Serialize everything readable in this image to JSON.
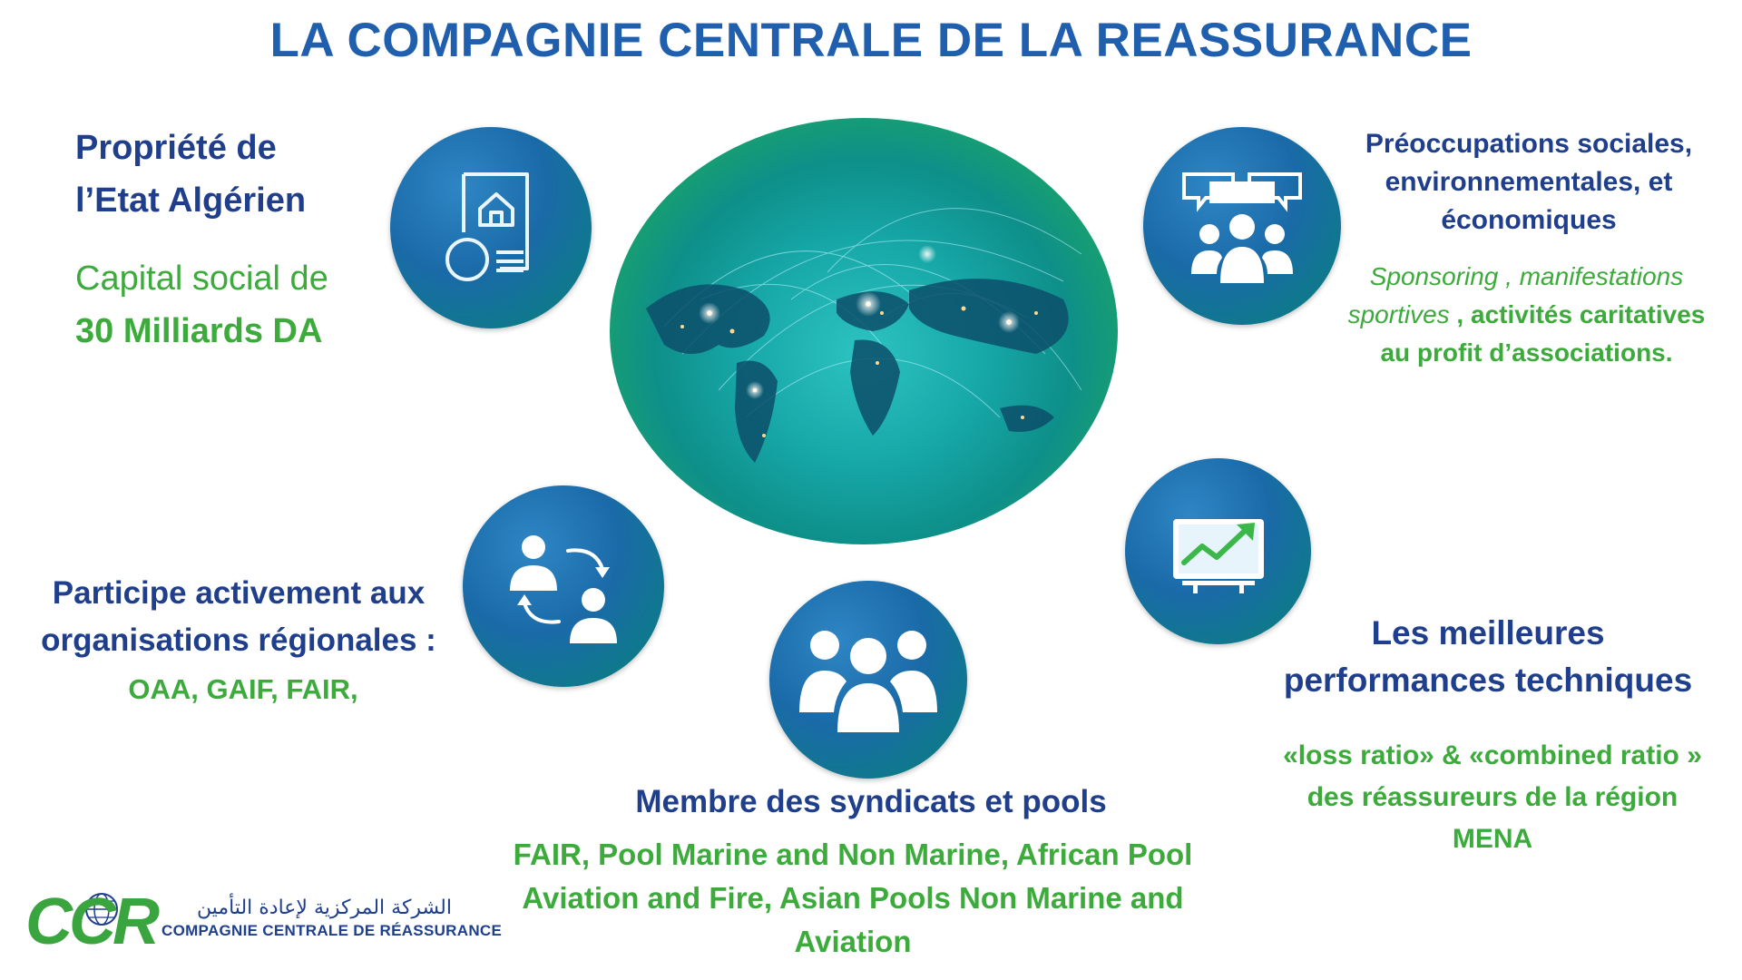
{
  "title": "LA COMPAGNIE CENTRALE DE LA REASSURANCE",
  "sections": {
    "ownership": {
      "heading_line1": "Propriété de",
      "heading_line2": "l’Etat Algérien",
      "capital_line1": "Capital social de",
      "capital_line2": "30 Milliards DA",
      "icon": "document-house-icon"
    },
    "social": {
      "heading_line1": "Préoccupations sociales,",
      "heading_line2": "environnementales, et",
      "heading_line3": "économiques",
      "detail_italic1": "Sponsoring",
      "detail_sep": " , ",
      "detail_italic2": "manifestations",
      "detail_italic3": "sportives",
      "detail_bold1": " , activités caritatives",
      "detail_bold2": "au profit d’associations.",
      "icon": "group-discussion-icon"
    },
    "regional": {
      "heading_line1": "Participe activement aux",
      "heading_line2": "organisations régionales :",
      "detail": "OAA, GAIF, FAIR,",
      "icon": "exchange-people-icon"
    },
    "pools": {
      "heading": "Membre des syndicats et pools",
      "detail_line1": "FAIR, Pool Marine and Non Marine, African Pool",
      "detail_line2": "Aviation and Fire, Asian Pools Non Marine and",
      "detail_line3": "Aviation",
      "icon": "team-icon"
    },
    "performance": {
      "heading_line1": "Les meilleures",
      "heading_line2": "performances techniques",
      "detail_line1": "«loss ratio» & «combined ratio »",
      "detail_line2": "des réassureurs de la région",
      "detail_line3": "MENA",
      "icon": "growth-chart-icon"
    }
  },
  "logo": {
    "mark": "CCR",
    "arabic": "الشركة المركزية لإعادة التأمين",
    "latin": "COMPAGNIE CENTRALE DE RÉASSURANCE"
  },
  "colors": {
    "title_blue": "#1f5fae",
    "heading_blue": "#1f3f8c",
    "accent_green": "#3cab3c"
  }
}
